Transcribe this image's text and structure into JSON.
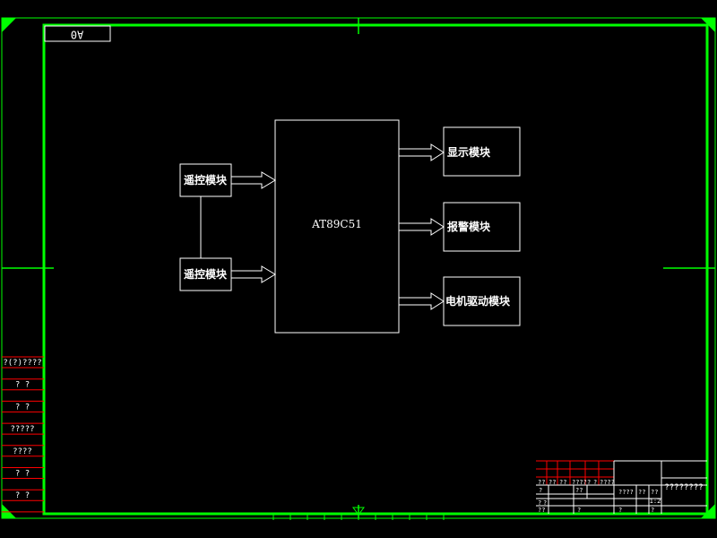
{
  "sheet": {
    "size_label": "A0",
    "frame_color": "#00ff00",
    "line_color": "#ffffff",
    "table_color": "#ff0000",
    "background_color": "#000000"
  },
  "diagram": {
    "mcu_label": "AT89C51",
    "left_modules": [
      "遥控模块",
      "遥控模块"
    ],
    "right_modules": [
      "显示模块",
      "报警模块",
      "电机驱动模块"
    ]
  },
  "side_table": {
    "rows": [
      "?(?)????",
      "?  ?",
      "?  ?",
      "?????",
      "????",
      "?  ?",
      "?  ?"
    ]
  },
  "title_block": {
    "title": "????????",
    "cells_row1": [
      "??",
      "??",
      "??",
      "????",
      "?",
      "?",
      "????"
    ],
    "cells_row2": [
      "?",
      "??",
      "????",
      "??",
      "??"
    ],
    "scale": "1:2",
    "cells_row3": [
      "?",
      "?"
    ],
    "cells_row4": [
      "??",
      "?",
      "?",
      "?"
    ]
  }
}
